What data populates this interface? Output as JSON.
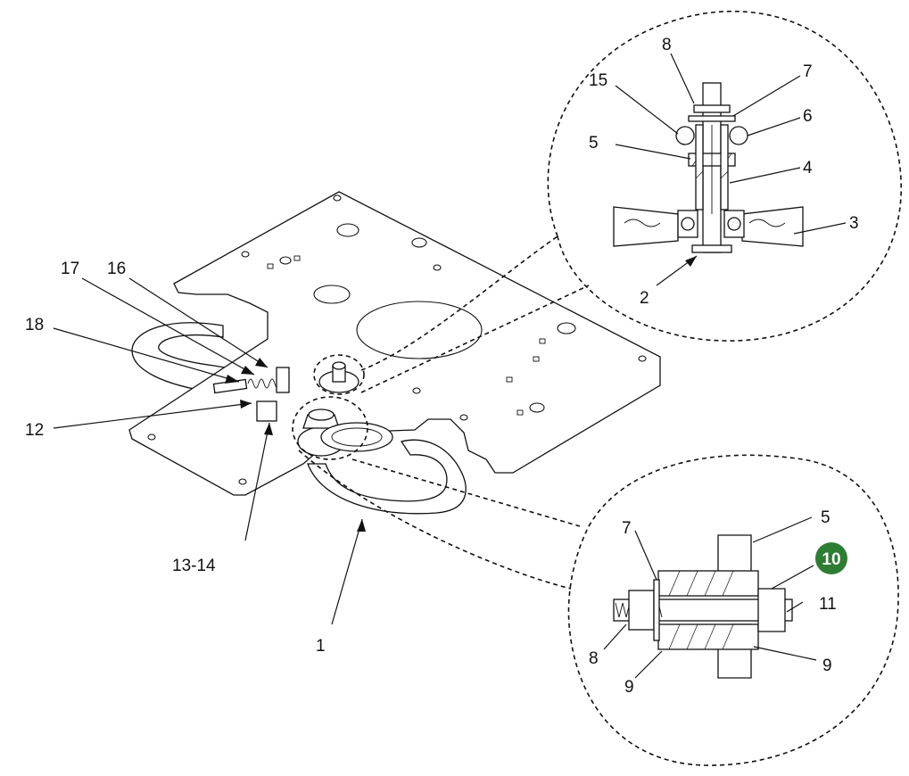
{
  "callouts": {
    "c1": "1",
    "c2": "2",
    "c3": "3",
    "c4": "4",
    "c5": "5",
    "c6": "6",
    "c7": "7",
    "c8": "8",
    "c12": "12",
    "c1314": "13-14",
    "c15": "15",
    "c16": "16",
    "c17": "17",
    "c18": "18",
    "d5": "5",
    "d7": "7",
    "d8": "8",
    "d9a": "9",
    "d9b": "9",
    "d10": "10",
    "d11": "11"
  },
  "colors": {
    "line": "#111111",
    "highlight": "#2e7d32"
  }
}
